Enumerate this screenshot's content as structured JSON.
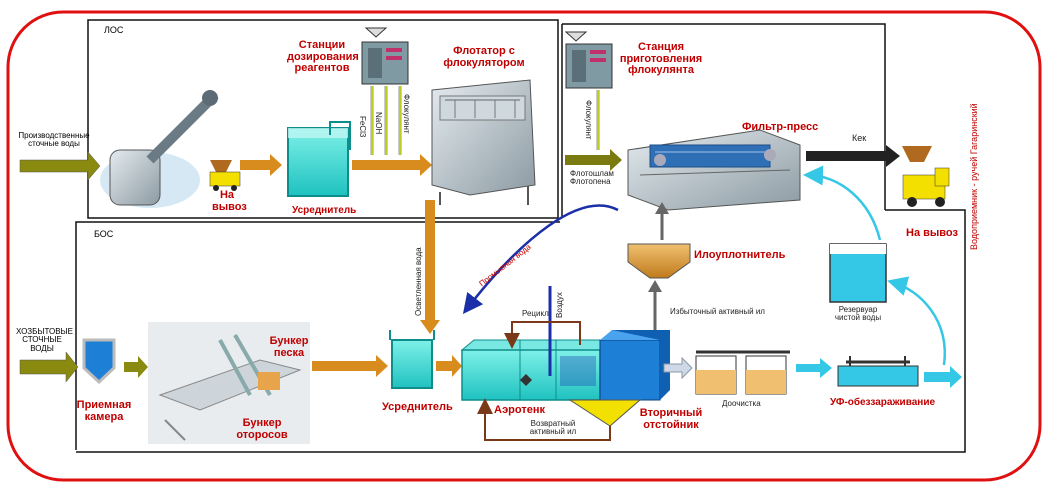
{
  "sections": {
    "los_label": "ЛОС",
    "bos_label": "БОС"
  },
  "inputs": {
    "industrial_line1": "Производственные",
    "industrial_line2": "сточные воды",
    "domestic_line1": "ХОЗБЫТОВЫЕ",
    "domestic_line2": "СТОЧНЫЕ",
    "domestic_line3": "ВОДЫ"
  },
  "los": {
    "na_vyvoz_1": "На",
    "na_vyvoz_2": "вывоз",
    "equalizer": "Усреднитель",
    "dosing_1": "Станции",
    "dosing_2": "дозирования",
    "dosing_3": "реагентов",
    "reagent_1": "FeCl3",
    "reagent_2": "NaOH",
    "reagent_3": "Флокулянт",
    "flotator_1": "Флотатор с",
    "flotator_2": "флокулятором",
    "floc_station_1": "Станция",
    "floc_station_2": "приготовления",
    "floc_station_3": "флокулянта",
    "floc_vertical": "Флокулянт",
    "flotoslam_1": "Флотошлам",
    "flotoslam_2": "Флотопена",
    "filter_press": "Фильтр-пресс",
    "cake": "Кек",
    "na_vyvoz_right": "На вывоз",
    "clarified_water": "Осветленная вода",
    "wash_water": "Промывная вода"
  },
  "bos": {
    "receiving_1": "Приемная",
    "receiving_2": "камера",
    "sand_bunker_1": "Бункер",
    "sand_bunker_2": "песка",
    "debris_bunker_1": "Бункер",
    "debris_bunker_2": "отоpосов",
    "equalizer": "Усреднитель",
    "aerotank": "Аэротенк",
    "recycle": "Рецикл",
    "air": "Воздух",
    "return_sludge_1": "Возвратный",
    "return_sludge_2": "активный ил",
    "secondary_1": "Вторичный",
    "secondary_2": "отстойник",
    "excess_sludge": "Избыточный активный ил",
    "thickener": "Илоуплотнитель",
    "post_treatment": "Доочистка",
    "uv": "УФ-обеззараживание",
    "clean_tank_1": "Резервуар",
    "clean_tank_2": "чистой воды",
    "receiver": "Водоприемник - ручей Гагаринский"
  },
  "colors": {
    "frame_red": "#e01010",
    "arrow_olive": "#7a7a10",
    "arrow_orange": "#d98c1e",
    "arrow_black": "#222222",
    "arrow_cyan": "#35c8e6",
    "arrow_blue": "#1a2fa8",
    "arrow_brown": "#7a3a1a",
    "water": "#38d7d0",
    "tank_blue": "#1e7fd6",
    "sludge_brown": "#c0762a",
    "equip_gray": "#8b9aa3"
  }
}
